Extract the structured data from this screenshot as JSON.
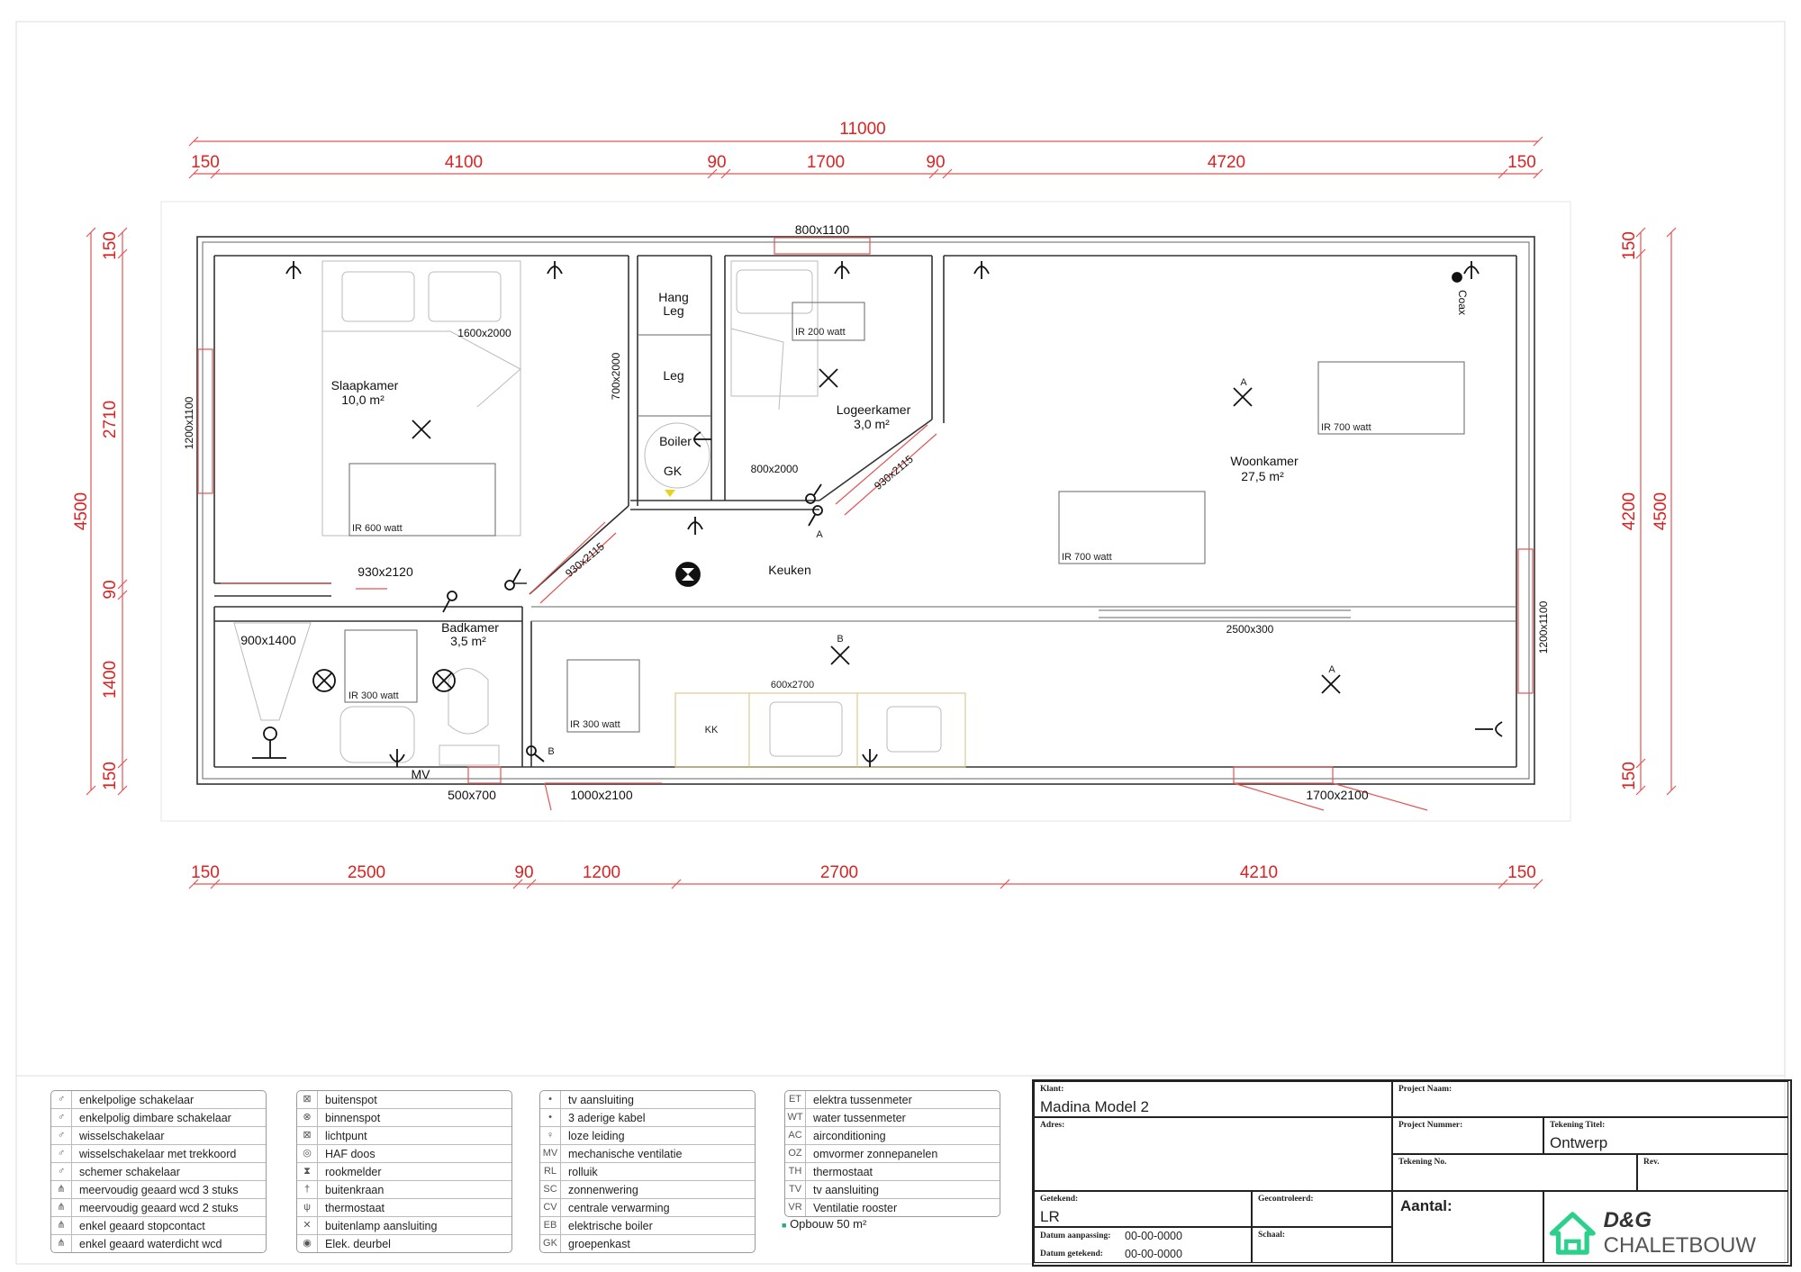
{
  "dimensions": {
    "total_width": "11000",
    "top_segments": [
      "150",
      "4100",
      "90",
      "1700",
      "90",
      "4720",
      "150"
    ],
    "bottom_segments": [
      "150",
      "2500",
      "90",
      "1200",
      "2700",
      "4210",
      "150"
    ],
    "left_segments": [
      "150",
      "2710",
      "90",
      "1400",
      "150"
    ],
    "left_total": "4500",
    "right_segments": [
      "150",
      "4200",
      "150"
    ],
    "right_total": "4500"
  },
  "rooms": {
    "slaapkamer": {
      "name": "Slaapkamer",
      "area": "10,0 m²"
    },
    "logeerkamer": {
      "name": "Logeerkamer",
      "area": "3,0 m²"
    },
    "woonkamer": {
      "name": "Woonkamer",
      "area": "27,5 m²"
    },
    "badkamer": {
      "name": "Badkamer",
      "area": "3,5 m²"
    },
    "keuken": {
      "name": "Keuken"
    }
  },
  "plan_labels": {
    "win_top": "800x1100",
    "bed_main": "1600x2000",
    "bed_guest": "800x2000",
    "closet_hang": "Hang",
    "closet_leg1": "Leg",
    "closet_leg2": "Leg",
    "closet_dim": "700x2000",
    "boiler": "Boiler",
    "gk": "GK",
    "win_left": "1200x1100",
    "win_right": "1200x1100",
    "ir_200": "IR 200 watt",
    "ir_600": "IR 600 watt",
    "ir_700a": "IR 700 watt",
    "ir_700b": "IR 700 watt",
    "ir_300a": "IR 300 watt",
    "ir_300b": "IR 300 watt",
    "door_930_2120": "930x2120",
    "door_930_2115a": "930x2115",
    "door_930_2115b": "930x2115",
    "shower": "900x1400",
    "counter": "600x2700",
    "kk": "KK",
    "beam": "2500x300",
    "win_bath": "500x700",
    "door_1000": "1000x2100",
    "door_1700": "1700x2100",
    "mv": "MV",
    "coax": "Coax",
    "a1": "A",
    "a2": "A",
    "a3": "A",
    "b1": "B",
    "b2": "B"
  },
  "legend1": [
    {
      "icon": "♂",
      "label": "enkelpolige schakelaar"
    },
    {
      "icon": "♂",
      "label": "enkelpolig dimbare schakelaar"
    },
    {
      "icon": "♂",
      "label": "wisselschakelaar"
    },
    {
      "icon": "♂",
      "label": "wisselschakelaar met trekkoord"
    },
    {
      "icon": "♂",
      "label": "schemer schakelaar"
    },
    {
      "icon": "⋔",
      "label": "meervoudig geaard wcd 3 stuks"
    },
    {
      "icon": "⋔",
      "label": "meervoudig geaard wcd 2 stuks"
    },
    {
      "icon": "⋔",
      "label": "enkel geaard stopcontact"
    },
    {
      "icon": "⋔",
      "label": "enkel geaard waterdicht wcd"
    }
  ],
  "legend2": [
    {
      "icon": "⊠",
      "label": "buitenspot"
    },
    {
      "icon": "⊗",
      "label": "binnenspot"
    },
    {
      "icon": "⊠",
      "label": "lichtpunt"
    },
    {
      "icon": "◎",
      "label": "HAF doos"
    },
    {
      "icon": "⧗",
      "label": "rookmelder"
    },
    {
      "icon": "†",
      "label": "buitenkraan"
    },
    {
      "icon": "ψ",
      "label": "thermostaat"
    },
    {
      "icon": "✕",
      "label": "buitenlamp aansluiting"
    },
    {
      "icon": "◉",
      "label": "Elek. deurbel"
    }
  ],
  "legend3": [
    {
      "icon": "•",
      "label": "tv aansluiting"
    },
    {
      "icon": "•",
      "label": "3 aderige kabel"
    },
    {
      "icon": "♀",
      "label": "loze leiding"
    },
    {
      "icon": "MV",
      "label": "mechanische ventilatie"
    },
    {
      "icon": "RL",
      "label": "rolluik"
    },
    {
      "icon": "SC",
      "label": "zonnenwering"
    },
    {
      "icon": "CV",
      "label": "centrale verwarming"
    },
    {
      "icon": "EB",
      "label": "elektrische boiler"
    },
    {
      "icon": "GK",
      "label": "groepenkast"
    }
  ],
  "legend4": [
    {
      "icon": "ET",
      "label": "elektra tussenmeter"
    },
    {
      "icon": "WT",
      "label": "water tussenmeter"
    },
    {
      "icon": "AC",
      "label": "airconditioning"
    },
    {
      "icon": "OZ",
      "label": "omvormer zonnepanelen"
    },
    {
      "icon": "TH",
      "label": "thermostaat"
    },
    {
      "icon": "TV",
      "label": "tv aansluiting"
    },
    {
      "icon": "VR",
      "label": "Ventilatie rooster"
    }
  ],
  "opbouw": "Opbouw 50 m²",
  "titleblock": {
    "klant_label": "Klant:",
    "klant_value": "Madina Model 2",
    "adres_label": "Adres:",
    "project_naam_label": "Project Naam:",
    "project_nummer_label": "Project Nummer:",
    "tekening_titel_label": "Tekening Titel:",
    "tekening_titel_value": "Ontwerp",
    "tekening_no_label": "Tekening No.",
    "rev_label": "Rev.",
    "getekend_label": "Getekend:",
    "getekend_value": "LR",
    "gecontroleerd_label": "Gecontroleerd:",
    "datum_aanpassing_label": "Datum aanpassing:",
    "datum_aanpassing_value": "00-00-0000",
    "datum_getekend_label": "Datum getekend:",
    "datum_getekend_value": "00-00-0000",
    "schaal_label": "Schaal:",
    "aantal_label": "Aantal:",
    "logo_prefix": "D&G",
    "logo_name": "CHALETBOUW"
  },
  "colors": {
    "dimension_red": "#d22222",
    "logo_green": "#2bd08a"
  }
}
